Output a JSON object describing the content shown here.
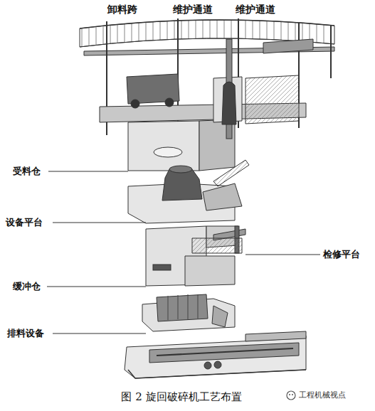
{
  "diagram": {
    "caption": "图 2 旋回破碎机工艺布置",
    "labels": [
      "卸料跨",
      "维护通道",
      "维护通道",
      "受料仓",
      "设备平台",
      "检修平台",
      "缓冲仓",
      "排料设备",
      "工程机械视点"
    ]
  }
}
